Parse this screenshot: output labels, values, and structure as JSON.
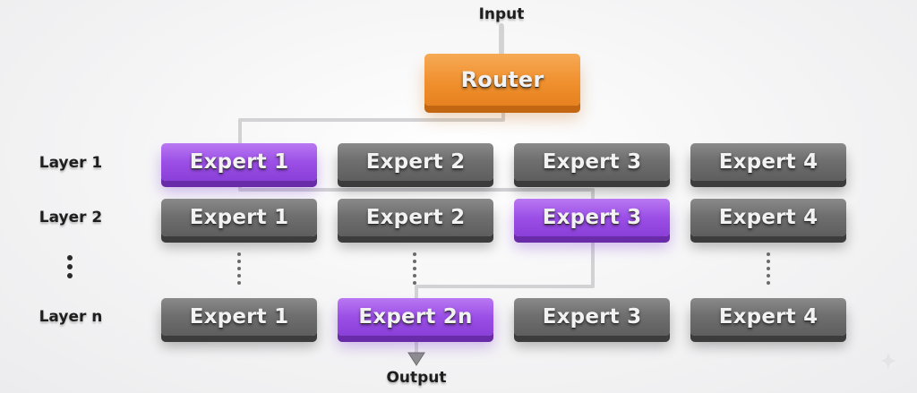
{
  "diagram": {
    "input_label": "Input",
    "output_label": "Output",
    "router_label": "Router",
    "layers": [
      {
        "label": "Layer 1",
        "experts": [
          "Expert 1",
          "Expert 2",
          "Expert 3",
          "Expert 4"
        ],
        "active": 0
      },
      {
        "label": "Layer 2",
        "experts": [
          "Expert 1",
          "Expert 2",
          "Expert 3",
          "Expert 4"
        ],
        "active": 2
      },
      {
        "label": "Layer n",
        "experts": [
          "Expert 1",
          "Expert 2n",
          "Expert 3",
          "Expert 4"
        ],
        "active": 1
      }
    ],
    "colors": {
      "router": "#f0902e",
      "active_expert": "#9b4fe6",
      "inactive_expert": "#6f6f6f",
      "wire": "#c9c9cb"
    }
  }
}
